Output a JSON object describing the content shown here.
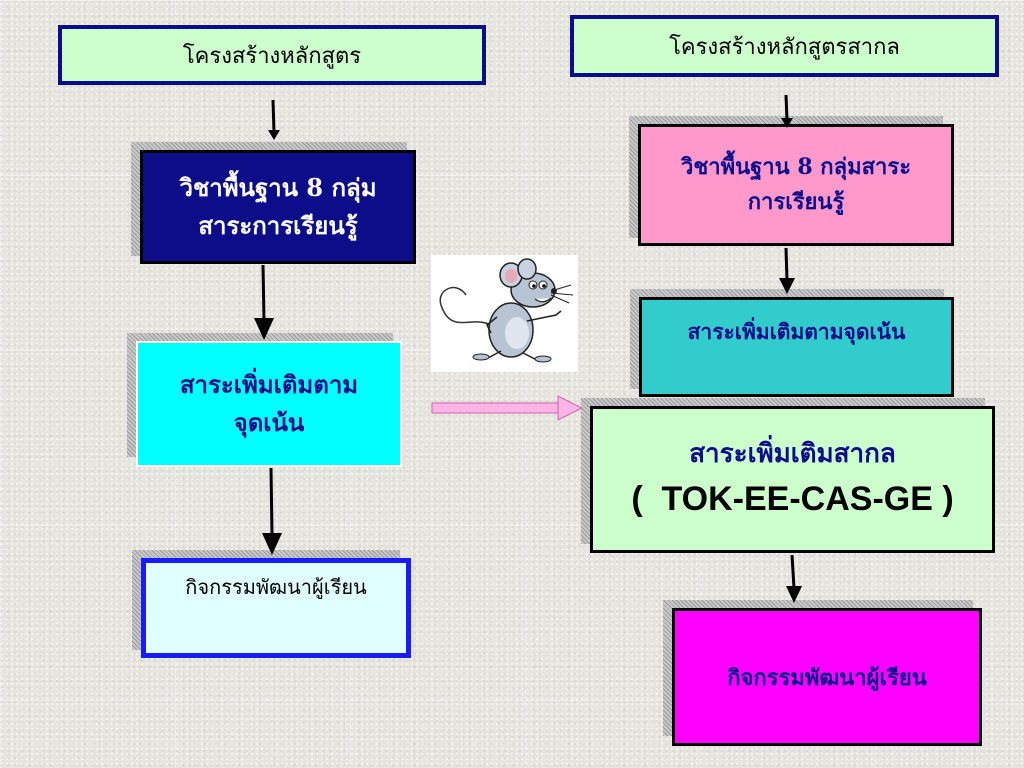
{
  "left": {
    "title": "โครงสร้างหลักสูตร",
    "box1": {
      "line1": "วิชาพื้นฐาน 8 กลุ่ม",
      "line2": "สาระการเรียนรู้"
    },
    "box2": {
      "line1": "สาระเพิ่มเติมตาม",
      "line2": "จุดเน้น"
    },
    "box3": "กิจกรรมพัฒนาผู้เรียน"
  },
  "right": {
    "title": "โครงสร้างหลักสูตรสากล",
    "box1": {
      "line1": "วิชาพื้นฐาน 8 กลุ่มสาระ",
      "line2": "การเรียนรู้"
    },
    "box2": "สาระเพิ่มเติมตามจุดเน้น",
    "box3": {
      "line1": "สาระเพิ่มเติมสากล",
      "line2": "(  TOK-EE-CAS-GE )"
    },
    "box4": "กิจกรรมพัฒนาผู้เรียน"
  },
  "colors": {
    "navy": "#0d0d8a",
    "cyan": "#00ffff",
    "light_blue": "#e0ffff",
    "light_green": "#ccffcc",
    "pink": "#ff99cc",
    "teal": "#33cccc",
    "magenta": "#ff00ff",
    "arrow_pink": "#ffb3e6"
  },
  "icons": {
    "mouse": "cartoon-mouse-illustration"
  }
}
